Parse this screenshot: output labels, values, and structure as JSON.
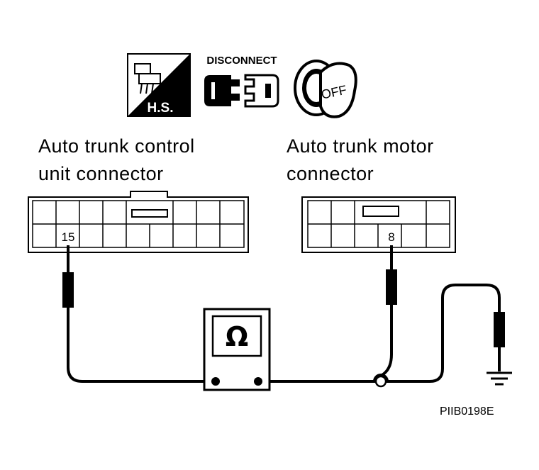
{
  "icons": {
    "hs_label": "H.S.",
    "disconnect_label": "DISCONNECT",
    "off_label": "OFF"
  },
  "left_connector": {
    "label_line1": "Auto trunk control",
    "label_line2": "unit connector",
    "pin": "15"
  },
  "right_connector": {
    "label_line1": "Auto trunk motor",
    "label_line2": "connector",
    "pin": "8"
  },
  "meter": {
    "symbol": "Ω"
  },
  "figure_code": "PIIB0198E"
}
